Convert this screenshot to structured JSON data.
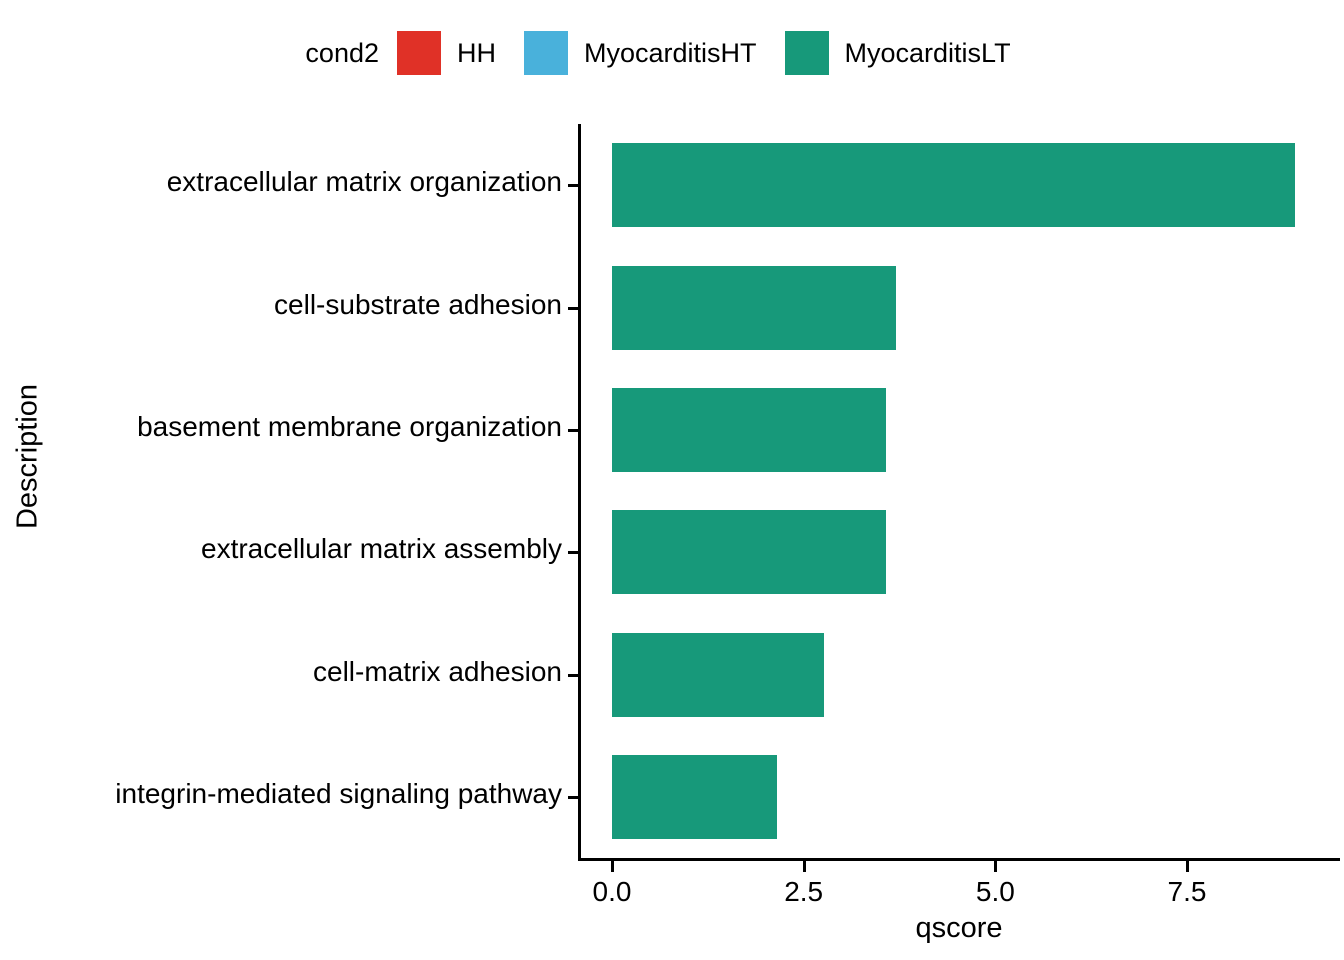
{
  "legend": {
    "title": "cond2",
    "entries": [
      {
        "label": "HH",
        "color": "#E03127"
      },
      {
        "label": "MyocarditisHT",
        "color": "#49B1DB"
      },
      {
        "label": "MyocarditisLT",
        "color": "#17997A"
      }
    ]
  },
  "chart_data": {
    "type": "bar",
    "orientation": "horizontal",
    "title": "",
    "xlabel": "qscore",
    "ylabel": "Description",
    "categories": [
      "extracellular matrix organization",
      "cell-substrate adhesion",
      "basement membrane organization",
      "extracellular matrix assembly",
      "cell-matrix adhesion",
      "integrin-mediated signaling pathway"
    ],
    "values": [
      8.91,
      3.7,
      3.57,
      3.57,
      2.77,
      2.15
    ],
    "series": [
      {
        "name": "MyocarditisLT",
        "color": "#17997A",
        "values": [
          8.91,
          3.7,
          3.57,
          3.57,
          2.77,
          2.15
        ]
      }
    ],
    "xlim": [
      0,
      9.15
    ],
    "xticks": [
      0.0,
      2.5,
      5.0,
      7.5
    ],
    "xticklabels": [
      "0.0",
      "2.5",
      "5.0",
      "7.5"
    ],
    "grid": false,
    "legend_position": "top"
  }
}
